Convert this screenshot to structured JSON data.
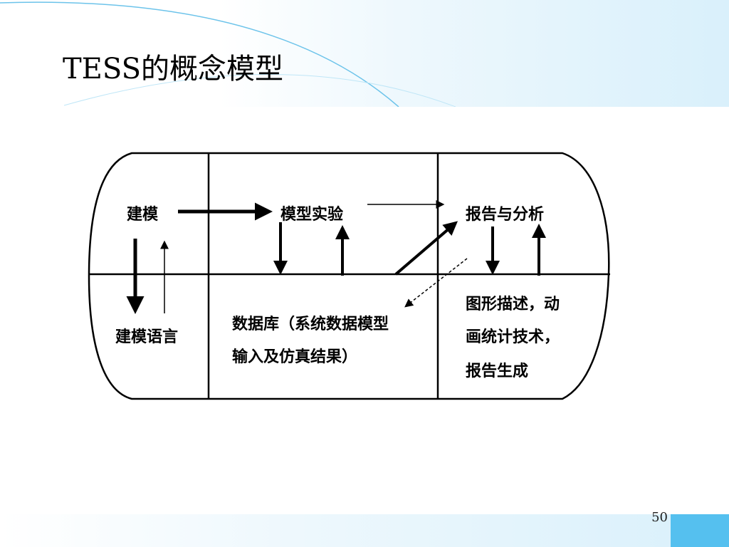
{
  "slide": {
    "title": "TESS的概念模型",
    "page_number": "50"
  },
  "diagram": {
    "labels": {
      "modeling": "建模",
      "model_experiment": "模型实验",
      "report_analysis": "报告与分析",
      "modeling_language": "建模语言",
      "database_line1": "数据库（系统数据模型",
      "database_line2": "输入及仿真结果）",
      "graphics_line1": "图形描述，动",
      "graphics_line2": "画统计技术，",
      "graphics_line3": "报告生成"
    }
  },
  "colors": {
    "header_gradient": "#d9f0fb",
    "arc_line": "#6cc3ea",
    "corner_block": "#55c0ef",
    "diagram_ink": "#000000"
  }
}
